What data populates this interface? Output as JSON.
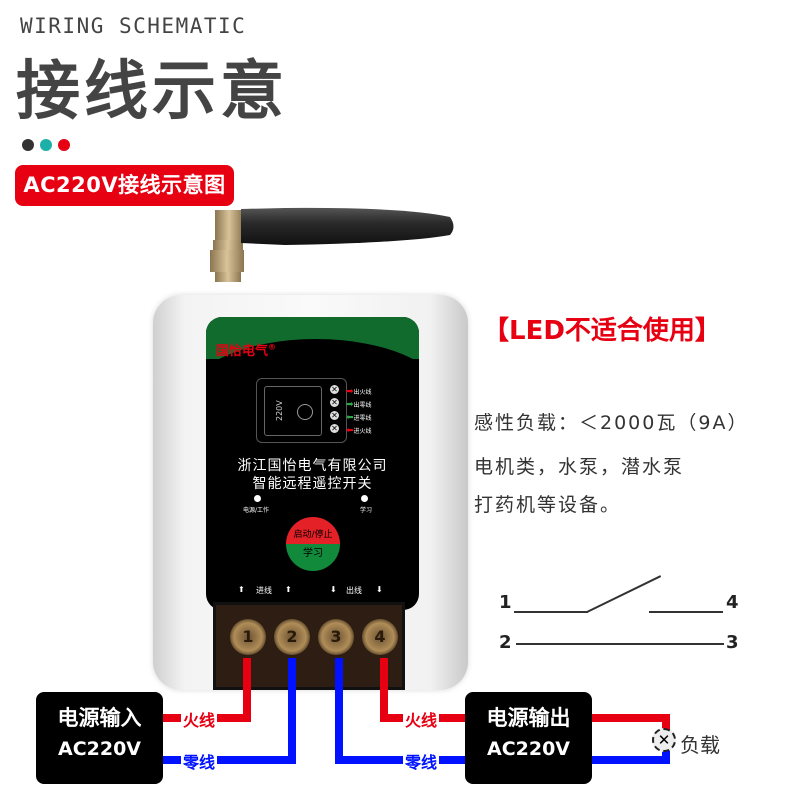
{
  "header": {
    "subtitle": "WIRING SCHEMATIC",
    "title": "接线示意",
    "dots": [
      "#333333",
      "#1cb0a8",
      "#e60012"
    ],
    "badge": "AC220V接线示意图"
  },
  "device": {
    "brand": "国怡电气",
    "brand_mark": "®",
    "relay_voltage": "220V",
    "terminal_labels": [
      "出火线",
      "出零线",
      "进零线",
      "进火线"
    ],
    "company": "浙江国怡电气有限公司",
    "product": "智能远程遥控开关",
    "led_left_label": "电源/工作",
    "led_right_label": "学习",
    "button_top": "启动/停止",
    "button_bottom": "学习",
    "in_label": "进线",
    "out_label": "出线",
    "terminals": [
      "1",
      "2",
      "3",
      "4"
    ]
  },
  "notes": {
    "warning": "【LED不适合使用】",
    "spec_lines": [
      "感性负载：＜2000瓦（9A）",
      "电机类，水泵，潜水泵",
      "打药机等设备。"
    ]
  },
  "switch_diagram": {
    "labels": [
      "1",
      "4",
      "2",
      "3"
    ]
  },
  "wiring": {
    "input_box": {
      "line1": "电源输入",
      "line2": "AC220V"
    },
    "output_box": {
      "line1": "电源输出",
      "line2": "AC220V"
    },
    "live_label": "火线",
    "neutral_label": "零线",
    "load_label": "负载",
    "live_color": "#e60012",
    "neutral_color": "#0012ff"
  }
}
